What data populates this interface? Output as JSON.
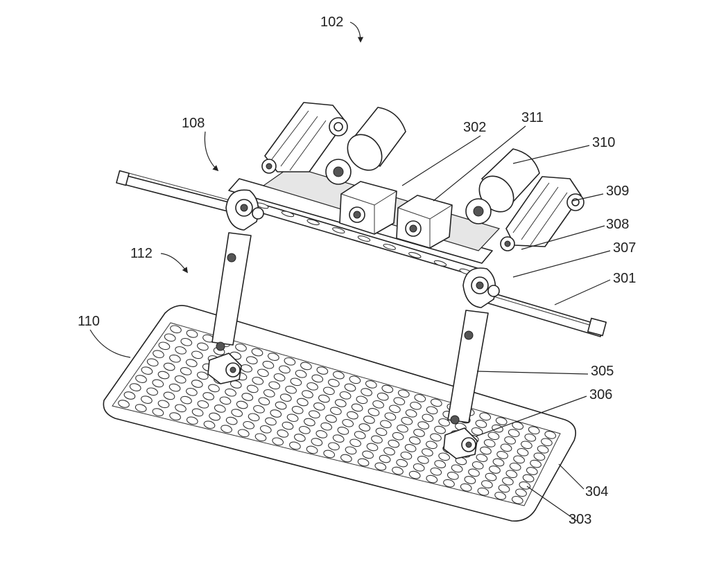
{
  "figure": {
    "labels": {
      "r102": "102",
      "r108": "108",
      "r112": "112",
      "r110": "110",
      "r302": "302",
      "r311": "311",
      "r310": "310",
      "r309": "309",
      "r308": "308",
      "r307": "307",
      "r301": "301",
      "r305": "305",
      "r306": "306",
      "r304": "304",
      "r303": "303"
    }
  }
}
